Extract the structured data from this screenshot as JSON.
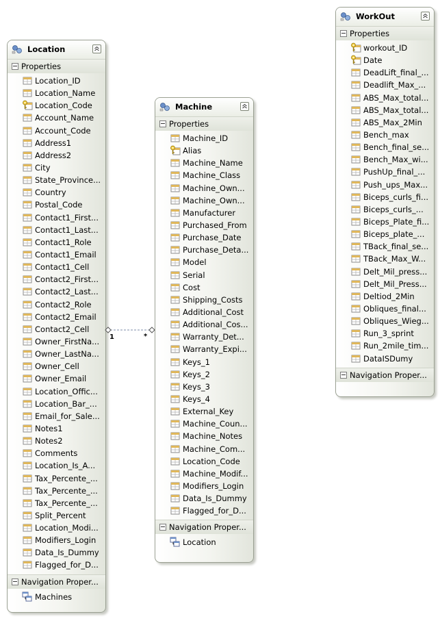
{
  "entities": {
    "location": {
      "title": "Location",
      "section_label": "Properties",
      "nav_label": "Navigation Proper...",
      "properties": [
        {
          "label": "Location_ID",
          "key": false
        },
        {
          "label": "Location_Name",
          "key": false
        },
        {
          "label": "Location_Code",
          "key": true
        },
        {
          "label": "Account_Name",
          "key": false
        },
        {
          "label": "Account_Code",
          "key": false
        },
        {
          "label": "Address1",
          "key": false
        },
        {
          "label": "Address2",
          "key": false
        },
        {
          "label": "City",
          "key": false
        },
        {
          "label": "State_Province...",
          "key": false
        },
        {
          "label": "Country",
          "key": false
        },
        {
          "label": "Postal_Code",
          "key": false
        },
        {
          "label": "Contact1_First...",
          "key": false
        },
        {
          "label": "Contact1_Last...",
          "key": false
        },
        {
          "label": "Contact1_Role",
          "key": false
        },
        {
          "label": "Contact1_Email",
          "key": false
        },
        {
          "label": "Contact1_Cell",
          "key": false
        },
        {
          "label": "Contact2_First...",
          "key": false
        },
        {
          "label": "Contact2_Last...",
          "key": false
        },
        {
          "label": "Contact2_Role",
          "key": false
        },
        {
          "label": "Contact2_Email",
          "key": false
        },
        {
          "label": "Contact2_Cell",
          "key": false
        },
        {
          "label": "Owner_FirstNa...",
          "key": false
        },
        {
          "label": "Owner_LastNa...",
          "key": false
        },
        {
          "label": "Owner_Cell",
          "key": false
        },
        {
          "label": "Owner_Email",
          "key": false
        },
        {
          "label": "Location_Offic...",
          "key": false
        },
        {
          "label": "Location_Bar_...",
          "key": false
        },
        {
          "label": "Email_for_Sale...",
          "key": false
        },
        {
          "label": "Notes1",
          "key": false
        },
        {
          "label": "Notes2",
          "key": false
        },
        {
          "label": "Comments",
          "key": false
        },
        {
          "label": "Location_Is_A...",
          "key": false
        },
        {
          "label": "Tax_Percente_...",
          "key": false
        },
        {
          "label": "Tax_Percente_...",
          "key": false
        },
        {
          "label": "Tax_Percente_...",
          "key": false
        },
        {
          "label": "Split_Percent",
          "key": false
        },
        {
          "label": "Location_Modi...",
          "key": false
        },
        {
          "label": "Modifiers_Login",
          "key": false
        },
        {
          "label": "Data_Is_Dummy",
          "key": false
        },
        {
          "label": "Flagged_for_D...",
          "key": false
        }
      ],
      "navigation": [
        "Machines"
      ]
    },
    "machine": {
      "title": "Machine",
      "section_label": "Properties",
      "nav_label": "Navigation Proper...",
      "properties": [
        {
          "label": "Machine_ID",
          "key": false
        },
        {
          "label": "Alias",
          "key": true
        },
        {
          "label": "Machine_Name",
          "key": false
        },
        {
          "label": "Machine_Class",
          "key": false
        },
        {
          "label": "Machine_Own...",
          "key": false
        },
        {
          "label": "Machine_Own...",
          "key": false
        },
        {
          "label": "Manufacturer",
          "key": false
        },
        {
          "label": "Purchased_From",
          "key": false
        },
        {
          "label": "Purchase_Date",
          "key": false
        },
        {
          "label": "Purchase_Deta...",
          "key": false
        },
        {
          "label": "Model",
          "key": false
        },
        {
          "label": "Serial",
          "key": false
        },
        {
          "label": "Cost",
          "key": false
        },
        {
          "label": "Shipping_Costs",
          "key": false
        },
        {
          "label": "Additional_Cost",
          "key": false
        },
        {
          "label": "Additional_Cos...",
          "key": false
        },
        {
          "label": "Warranty_Det...",
          "key": false
        },
        {
          "label": "Warranty_Expi...",
          "key": false
        },
        {
          "label": "Keys_1",
          "key": false
        },
        {
          "label": "Keys_2",
          "key": false
        },
        {
          "label": "Keys_3",
          "key": false
        },
        {
          "label": "Keys_4",
          "key": false
        },
        {
          "label": "External_Key",
          "key": false
        },
        {
          "label": "Machine_Coun...",
          "key": false
        },
        {
          "label": "Machine_Notes",
          "key": false
        },
        {
          "label": "Machine_Com...",
          "key": false
        },
        {
          "label": "Location_Code",
          "key": false
        },
        {
          "label": "Machine_Modif...",
          "key": false
        },
        {
          "label": "Modifiers_Login",
          "key": false
        },
        {
          "label": "Data_Is_Dummy",
          "key": false
        },
        {
          "label": "Flagged_for_D...",
          "key": false
        }
      ],
      "navigation": [
        "Location"
      ]
    },
    "workout": {
      "title": "WorkOut",
      "section_label": "Properties",
      "nav_label": "Navigation Proper...",
      "properties": [
        {
          "label": "workout_ID",
          "key": true
        },
        {
          "label": "Date",
          "key": true
        },
        {
          "label": "DeadLift_final_...",
          "key": false
        },
        {
          "label": "Deadlift_Max_...",
          "key": false
        },
        {
          "label": "ABS_Max_total...",
          "key": false
        },
        {
          "label": "ABS_Max_total...",
          "key": false
        },
        {
          "label": "ABS_Max_2Min",
          "key": false
        },
        {
          "label": "Bench_max",
          "key": false
        },
        {
          "label": "Bench_final_se...",
          "key": false
        },
        {
          "label": "Bench_Max_wi...",
          "key": false
        },
        {
          "label": "PushUp_final_...",
          "key": false
        },
        {
          "label": "Push_ups_Max...",
          "key": false
        },
        {
          "label": "Biceps_curls_fi...",
          "key": false
        },
        {
          "label": "Biceps_curls_...",
          "key": false
        },
        {
          "label": "Biceps_Plate_fi...",
          "key": false
        },
        {
          "label": "Biceps_plate_...",
          "key": false
        },
        {
          "label": "TBack_final_se...",
          "key": false
        },
        {
          "label": "TBack_Max_W...",
          "key": false
        },
        {
          "label": "Delt_Mil_press...",
          "key": false
        },
        {
          "label": "Delt_Mil_Press...",
          "key": false
        },
        {
          "label": "Deltiod_2Min",
          "key": false
        },
        {
          "label": "Obliques_final...",
          "key": false
        },
        {
          "label": "Obliques_Wieg...",
          "key": false
        },
        {
          "label": "Run_3_sprint",
          "key": false
        },
        {
          "label": "Run_2mile_tim...",
          "key": false
        },
        {
          "label": "DataISDumy",
          "key": false
        }
      ],
      "navigation": []
    }
  },
  "association": {
    "end_location_multiplicity": "1",
    "end_machine_multiplicity": "*"
  }
}
